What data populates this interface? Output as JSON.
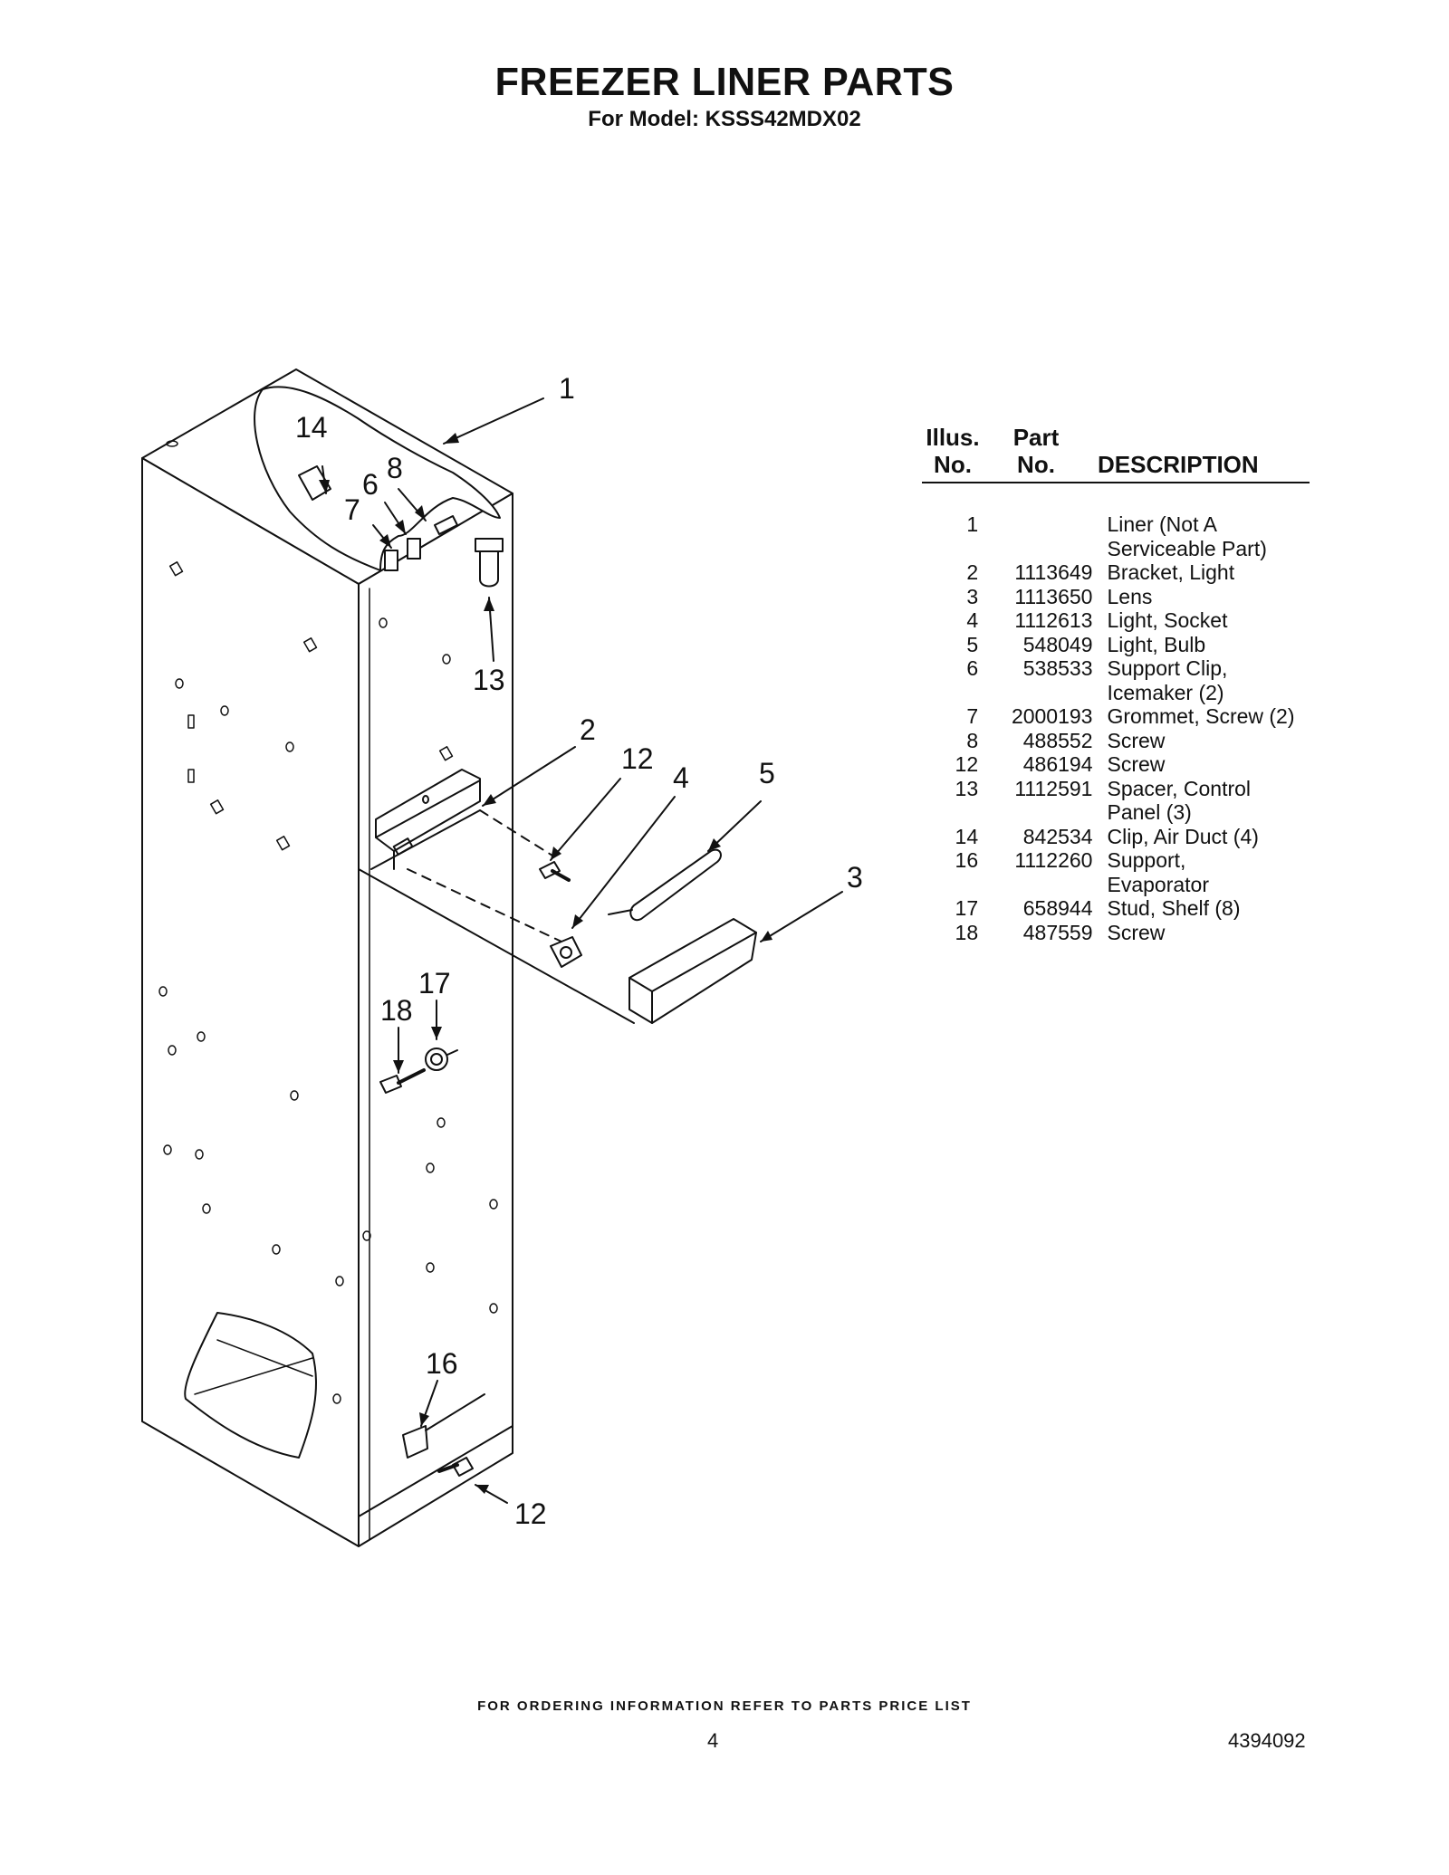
{
  "header": {
    "title": "FREEZER LINER PARTS",
    "model_label": "For Model: KSSS42MDX02"
  },
  "diagram": {
    "callouts": [
      "1",
      "14",
      "8",
      "6",
      "7",
      "13",
      "2",
      "12",
      "4",
      "5",
      "3",
      "17",
      "18",
      "16",
      "12"
    ]
  },
  "parts_table": {
    "headers": {
      "illus": [
        "Illus.",
        "No."
      ],
      "part": [
        "Part",
        "No."
      ],
      "description": "DESCRIPTION"
    },
    "rows": [
      {
        "illus": "1",
        "part": "",
        "description": "Liner (Not A\nServiceable Part)"
      },
      {
        "illus": "2",
        "part": "1113649",
        "description": "Bracket, Light"
      },
      {
        "illus": "3",
        "part": "1113650",
        "description": "Lens"
      },
      {
        "illus": "4",
        "part": "1112613",
        "description": "Light, Socket"
      },
      {
        "illus": "5",
        "part": "548049",
        "description": "Light, Bulb"
      },
      {
        "illus": "6",
        "part": "538533",
        "description": "Support Clip,\nIcemaker (2)"
      },
      {
        "illus": "7",
        "part": "2000193",
        "description": "Grommet, Screw (2)"
      },
      {
        "illus": "8",
        "part": "488552",
        "description": "Screw"
      },
      {
        "illus": "12",
        "part": "486194",
        "description": "Screw"
      },
      {
        "illus": "13",
        "part": "1112591",
        "description": "Spacer, Control\nPanel (3)"
      },
      {
        "illus": "14",
        "part": "842534",
        "description": "Clip, Air Duct (4)"
      },
      {
        "illus": "16",
        "part": "1112260",
        "description": "Support,\nEvaporator"
      },
      {
        "illus": "17",
        "part": "658944",
        "description": "Stud, Shelf (8)"
      },
      {
        "illus": "18",
        "part": "487559",
        "description": "Screw"
      }
    ]
  },
  "footer": {
    "ordering_note": "FOR ORDERING INFORMATION REFER TO PARTS PRICE LIST",
    "page_number": "4",
    "document_number": "4394092"
  }
}
